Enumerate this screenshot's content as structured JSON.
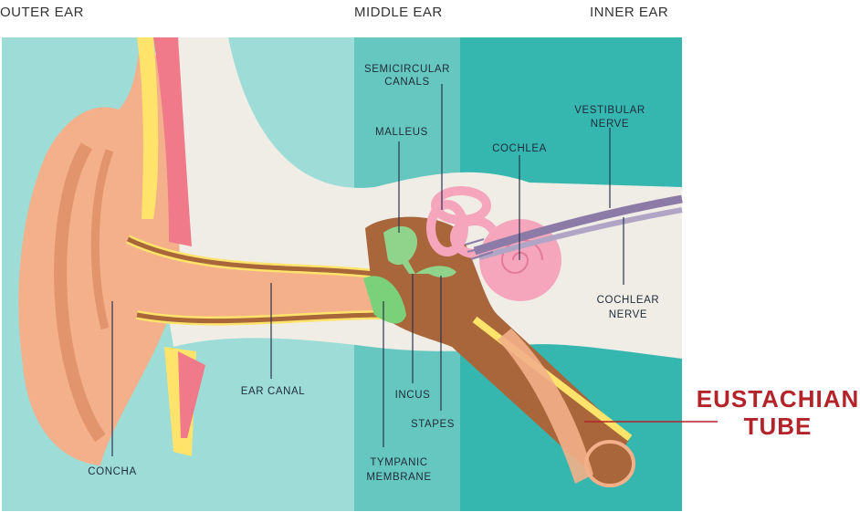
{
  "headers": {
    "outer": "OUTER EAR",
    "middle": "MIDDLE EAR",
    "inner": "INNER EAR"
  },
  "labels": {
    "semicircular_line1": "SEMICIRCULAR",
    "semicircular_line2": "CANALS",
    "malleus": "MALLEUS",
    "cochlea": "COCHLEA",
    "vestibular_line1": "VESTIBULAR",
    "vestibular_line2": "NERVE",
    "cochlear_line1": "COCHLEAR",
    "cochlear_line2": "NERVE",
    "ear_canal": "EAR CANAL",
    "incus": "INCUS",
    "stapes": "STAPES",
    "concha": "CONCHA",
    "tympanic_line1": "TYMPANIC",
    "tympanic_line2": "MEMBRANE"
  },
  "highlight": {
    "line1": "EUSTACHIAN",
    "line2": "TUBE",
    "color": "#b5232a"
  },
  "colors": {
    "outer_bg": "#9edcd8",
    "middle_bg": "#66c7c0",
    "inner_bg": "#35b7b0",
    "bone": "#efede6",
    "skin": "#f3b08a",
    "canal": "#a8663a",
    "cartilage": "#ffe36a",
    "cochlea": "#f5a6bd",
    "nerve": "#8b7ba6",
    "ossicle": "#8fd48a"
  }
}
